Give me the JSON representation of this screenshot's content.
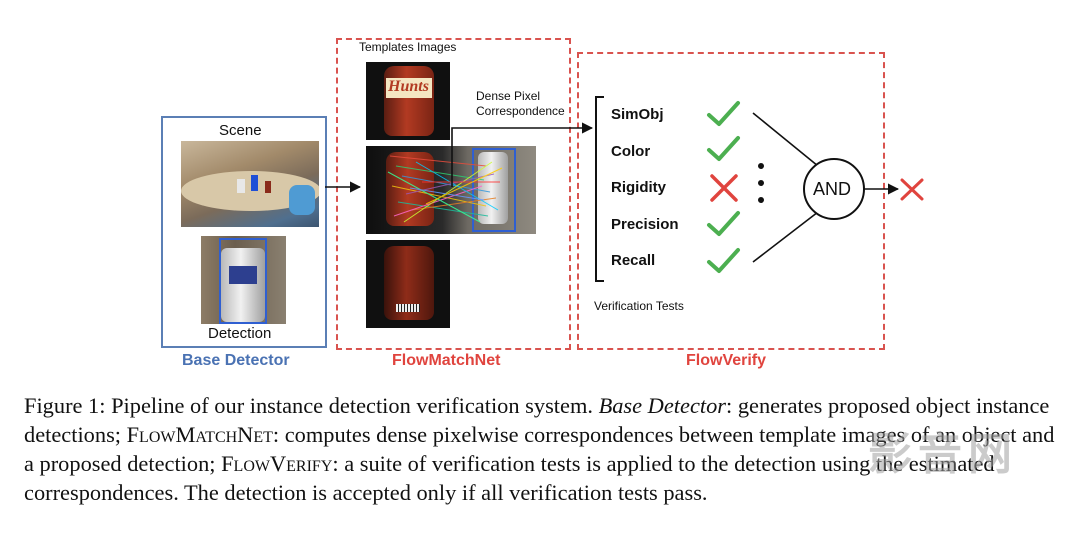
{
  "figure": {
    "base_detector": {
      "scene_label": "Scene",
      "detection_label": "Detection",
      "title": "Base Detector"
    },
    "flowmatchnet": {
      "templates_label": "Templates Images",
      "dense_label_line1": "Dense Pixel",
      "dense_label_line2": "Correspondence",
      "title": "FlowMatchNet",
      "template_can_text": "Hunts"
    },
    "flowverify": {
      "tests": [
        {
          "label": "SimObj",
          "result": "check"
        },
        {
          "label": "Color",
          "result": "check"
        },
        {
          "label": "Rigidity",
          "result": "cross"
        },
        {
          "label": "Precision",
          "result": "check"
        },
        {
          "label": "Recall",
          "result": "check"
        }
      ],
      "and_label": "AND",
      "tests_caption": "Verification Tests",
      "title": "FlowVerify",
      "final_result": "cross"
    },
    "colors": {
      "blue_frame": "#5b7fb5",
      "red_frame": "#d9534f",
      "check": "#4caf50",
      "cross": "#e0443e"
    }
  },
  "caption": {
    "fig_label": "Figure 1:",
    "p1": " Pipeline of our instance detection verification system. ",
    "base_detector_italic": "Base Detector",
    "p2": ": generates proposed object instance detections; ",
    "flowmatchnet_sc": "FlowMatchNet",
    "p3": ": computes dense pixelwise correspondences between template images of an object and a proposed detection; ",
    "flowverify_sc": "FlowVerify",
    "p4": ": a suite of verification tests is applied to the detection using the estimated correspondences. The detection is accepted only if all verification tests pass."
  },
  "watermark": {
    "text": "影音网"
  }
}
